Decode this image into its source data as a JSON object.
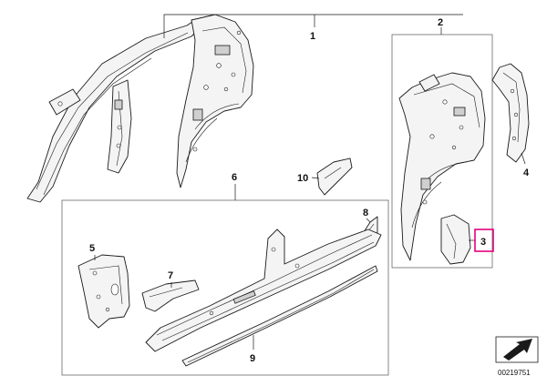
{
  "callouts": {
    "c1": "1",
    "c2": "2",
    "c3": "3",
    "c4": "4",
    "c5": "5",
    "c6": "6",
    "c7": "7",
    "c8": "8",
    "c9": "9",
    "c10": "10"
  },
  "document_number": "00219751",
  "colors": {
    "highlight": "#e6007e",
    "line": "#1a1a1a"
  },
  "icons": [
    "forward-arrow-icon"
  ]
}
